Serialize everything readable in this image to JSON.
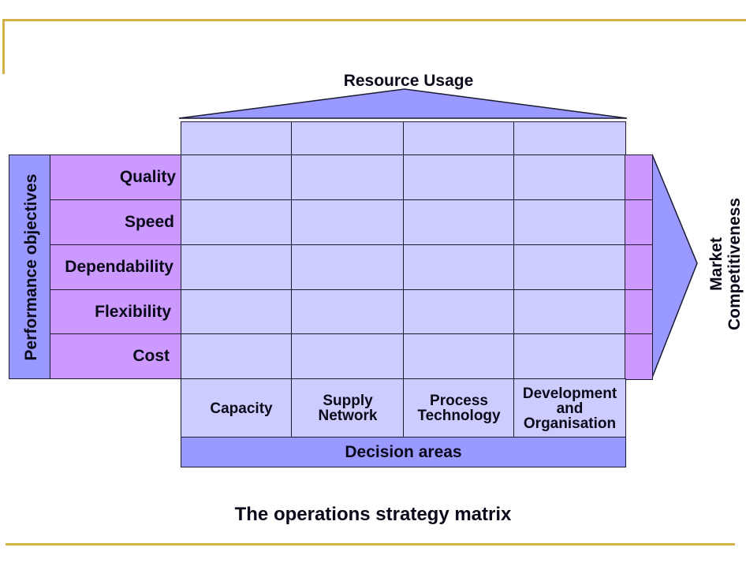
{
  "diagram": {
    "title": "The operations strategy matrix",
    "top_label": "Resource Usage",
    "left_label": "Performance objectives",
    "right_label_line1": "Market",
    "right_label_line2": "Competitiveness",
    "bottom_label": "Decision areas",
    "performance_objectives": [
      "Quality",
      "Speed",
      "Dependability",
      "Flexibility",
      "Cost"
    ],
    "decision_areas": [
      "Capacity",
      "Supply\nNetwork",
      "Process\nTechnology",
      "Development\nand\nOrganisation"
    ],
    "colors": {
      "grid_fill": "#ccccff",
      "row_fill": "#cc99ff",
      "accent_fill": "#9999ff",
      "border": "#1a1a33",
      "gold_rule": "#d4b04a"
    }
  }
}
